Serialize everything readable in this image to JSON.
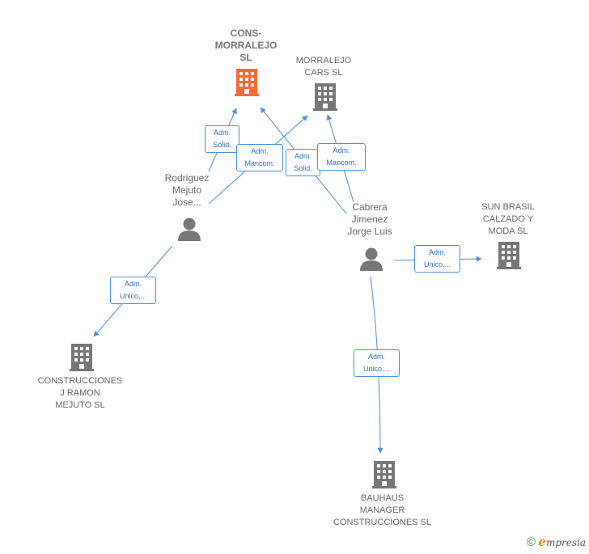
{
  "nodes": {
    "cons_morralejo": {
      "label": "CONS-\nMORRALEJO\nSL",
      "color": "#f26b38"
    },
    "morralejo_cars": {
      "label": "MORRALEJO\nCARS  SL",
      "color": "#777777"
    },
    "rodriguez": {
      "label": "Rodriguez\nMejuto\nJose..."
    },
    "cabrera": {
      "label": "Cabrera\nJimenez\nJorge Luis"
    },
    "sun_brasil": {
      "label": "SUN BRASIL\nCALZADO Y\nMODA  SL",
      "color": "#777777"
    },
    "construcciones": {
      "label": "CONSTRUCCIONES\nJ RAMON\nMEJUTO SL",
      "color": "#777777"
    },
    "bauhaus": {
      "label": "BAUHAUS\nMANAGER\nCONSTRUCCIONES SL",
      "color": "#777777"
    }
  },
  "edge_labels": {
    "rod_cons": "Adm.\nSolid.",
    "rod_cars": "Adm.\nMancom.",
    "cab_cons": "Adm.\nSolid.",
    "cab_cars": "Adm.\nMancom.",
    "cab_sun": "Adm.\nUnico,...",
    "rod_construcciones": "Adm.\nUnico,...",
    "cab_bauhaus": "Adm.\nUnico,..."
  },
  "colors": {
    "edge": "#4a90d9",
    "person": "#777777",
    "main_company": "#f26b38",
    "company": "#777777"
  },
  "footer": {
    "copyright": "©",
    "brand_initial": "e",
    "brand_rest": "mpresia"
  }
}
